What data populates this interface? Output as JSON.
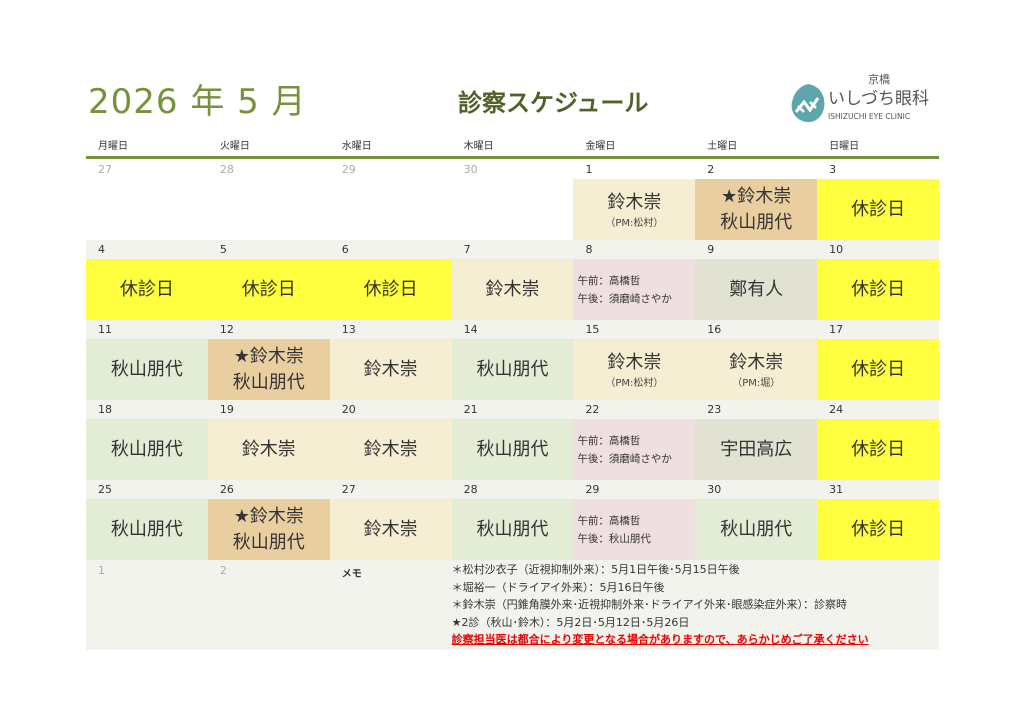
{
  "header": {
    "title": "2026 年 5 月",
    "subtitle": "診察スケジュール",
    "logo": {
      "line1": "京橋",
      "line2": "いしづち眼科",
      "line3": "ISHIZUCHI EYE CLINIC",
      "color": "#5ea5ac"
    }
  },
  "days_of_week": [
    "月曜日",
    "火曜日",
    "水曜日",
    "木曜日",
    "金曜日",
    "土曜日",
    "日曜日"
  ],
  "colors": {
    "beige": "#f6eed3",
    "tan": "#e9cfa0",
    "yellow": "#ffff3f",
    "green": "#e3ecd5",
    "pink": "#f0dfe0",
    "gray": "#e1e2d2",
    "none": "transparent"
  },
  "weeks": [
    [
      {
        "date": "27",
        "muted": true,
        "bg": "none",
        "lines": []
      },
      {
        "date": "28",
        "muted": true,
        "bg": "none",
        "lines": []
      },
      {
        "date": "29",
        "muted": true,
        "bg": "none",
        "lines": []
      },
      {
        "date": "30",
        "muted": true,
        "bg": "none",
        "lines": []
      },
      {
        "date": "1",
        "bg": "beige",
        "lines": [
          "鈴木崇"
        ],
        "sub": "（PM:松村）"
      },
      {
        "date": "2",
        "bg": "tan",
        "lines": [
          "★鈴木崇",
          "秋山朋代"
        ]
      },
      {
        "date": "3",
        "bg": "yellow",
        "lines": [
          "休診日"
        ]
      }
    ],
    [
      {
        "date": "4",
        "bg": "yellow",
        "lines": [
          "休診日"
        ]
      },
      {
        "date": "5",
        "bg": "yellow",
        "lines": [
          "休診日"
        ]
      },
      {
        "date": "6",
        "bg": "yellow",
        "lines": [
          "休診日"
        ]
      },
      {
        "date": "7",
        "bg": "beige",
        "lines": [
          "鈴木崇"
        ]
      },
      {
        "date": "8",
        "bg": "pink",
        "small": [
          "午前：高橋哲",
          "午後：須磨崎さやか"
        ]
      },
      {
        "date": "9",
        "bg": "gray",
        "lines": [
          "鄭有人"
        ]
      },
      {
        "date": "10",
        "bg": "yellow",
        "lines": [
          "休診日"
        ]
      }
    ],
    [
      {
        "date": "11",
        "bg": "green",
        "lines": [
          "秋山朋代"
        ]
      },
      {
        "date": "12",
        "bg": "tan",
        "lines": [
          "★鈴木崇",
          "秋山朋代"
        ]
      },
      {
        "date": "13",
        "bg": "beige",
        "lines": [
          "鈴木崇"
        ]
      },
      {
        "date": "14",
        "bg": "green",
        "lines": [
          "秋山朋代"
        ]
      },
      {
        "date": "15",
        "bg": "beige",
        "lines": [
          "鈴木崇"
        ],
        "sub": "（PM:松村）"
      },
      {
        "date": "16",
        "bg": "beige",
        "lines": [
          "鈴木崇"
        ],
        "sub": "（PM:堀）"
      },
      {
        "date": "17",
        "bg": "yellow",
        "lines": [
          "休診日"
        ]
      }
    ],
    [
      {
        "date": "18",
        "bg": "green",
        "lines": [
          "秋山朋代"
        ]
      },
      {
        "date": "19",
        "bg": "beige",
        "lines": [
          "鈴木崇"
        ]
      },
      {
        "date": "20",
        "bg": "beige",
        "lines": [
          "鈴木崇"
        ]
      },
      {
        "date": "21",
        "bg": "green",
        "lines": [
          "秋山朋代"
        ]
      },
      {
        "date": "22",
        "bg": "pink",
        "small": [
          "午前：高橋哲",
          "午後：須磨崎さやか"
        ]
      },
      {
        "date": "23",
        "bg": "gray",
        "lines": [
          "宇田高広"
        ]
      },
      {
        "date": "24",
        "bg": "yellow",
        "lines": [
          "休診日"
        ]
      }
    ],
    [
      {
        "date": "25",
        "bg": "green",
        "lines": [
          "秋山朋代"
        ]
      },
      {
        "date": "26",
        "bg": "tan",
        "lines": [
          "★鈴木崇",
          "秋山朋代"
        ]
      },
      {
        "date": "27",
        "bg": "beige",
        "lines": [
          "鈴木崇"
        ]
      },
      {
        "date": "28",
        "bg": "green",
        "lines": [
          "秋山朋代"
        ]
      },
      {
        "date": "29",
        "bg": "pink",
        "small": [
          "午前：高橋哲",
          "午後：秋山朋代"
        ]
      },
      {
        "date": "30",
        "bg": "green",
        "lines": [
          "秋山朋代"
        ]
      },
      {
        "date": "31",
        "bg": "yellow",
        "lines": [
          "休診日"
        ]
      }
    ]
  ],
  "memo": {
    "dates": [
      "1",
      "2"
    ],
    "label": "メモ",
    "notes": [
      "＊松村沙衣子（近視抑制外来）：5月1日午後･5月15日午後",
      "＊堀裕一（ドライアイ外来）：5月16日午後",
      "＊鈴木崇（円錐角膜外来･近視抑制外来･ドライアイ外来･眼感染症外来）：診察時",
      "★2診（秋山･鈴木）：5月2日･5月12日･5月26日"
    ],
    "warning": "診察担当医は都合により変更となる場合がありますので、あらかじめご了承ください"
  }
}
